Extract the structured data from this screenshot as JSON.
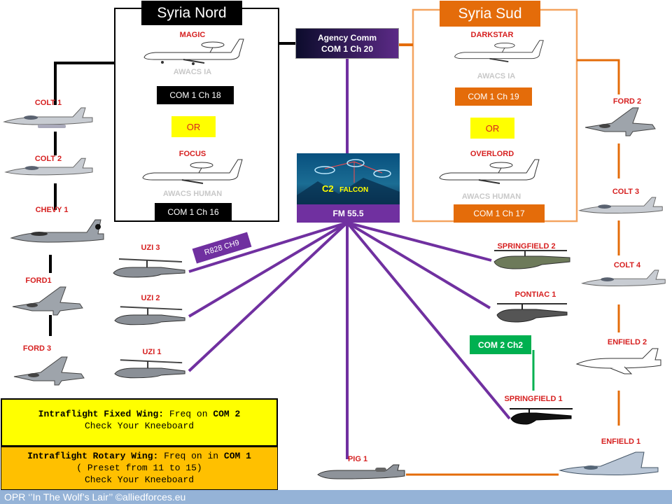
{
  "groups": {
    "nord": {
      "title": "Syria Nord",
      "primary": {
        "callsign": "MAGIC",
        "role": "AWACS IA",
        "com": "COM 1 Ch 18"
      },
      "or": "OR",
      "secondary": {
        "callsign": "FOCUS",
        "role": "AWACS HUMAN",
        "com": "COM 1 Ch 16"
      }
    },
    "sud": {
      "title": "Syria Sud",
      "primary": {
        "callsign": "DARKSTAR",
        "role": "AWACS IA",
        "com": "COM 1 Ch 19"
      },
      "or": "OR",
      "secondary": {
        "callsign": "OVERLORD",
        "role": "AWACS HUMAN",
        "com": "COM 1 Ch 17"
      }
    }
  },
  "agency": {
    "line1": "Agency Comm",
    "line2": "COM 1 Ch 20"
  },
  "c2": {
    "label_prefix": "C2",
    "label_name": "FALCON",
    "freq": "FM 55.5"
  },
  "left_flights": [
    "COLT 1",
    "COLT 2",
    "CHEVY 1",
    "FORD1",
    "FORD 3"
  ],
  "rotary_left": [
    "UZI 3",
    "UZI 2",
    "UZI 1"
  ],
  "r828": "R828 CH9",
  "right_rotary": [
    "SPRINGFIELD  2",
    "PONTIAC 1",
    "SPRINGFIELD  1"
  ],
  "com2_tag": "COM 2 Ch2",
  "right_flights": [
    "FORD 2",
    "COLT 3",
    "COLT 4",
    "ENFIELD  2",
    "ENFIELD 1"
  ],
  "bottom": {
    "pig": "PIG 1"
  },
  "notes": {
    "fixed": {
      "bold": "Intraflight Fixed Wing:",
      "mid": " Freq on ",
      "com": "COM 2",
      "line2": "Check Your Kneeboard"
    },
    "rotary": {
      "bold": "Intraflight Rotary Wing:",
      "mid": " Freq on in ",
      "com": "COM 1",
      "line2": "( Preset from 11 to 15)",
      "line3": "Check Your Kneeboard"
    }
  },
  "footer": "OPR ‘’In The Wolf’s Lair’’ ©alliedforces.eu",
  "colors": {
    "nord": "#000000",
    "sud": "#e46c0a",
    "c2_link": "#7030a0",
    "com2": "#00b050",
    "note_yellow": "#ffff00",
    "note_orange": "#ffc000",
    "footer": "#95b3d7"
  }
}
